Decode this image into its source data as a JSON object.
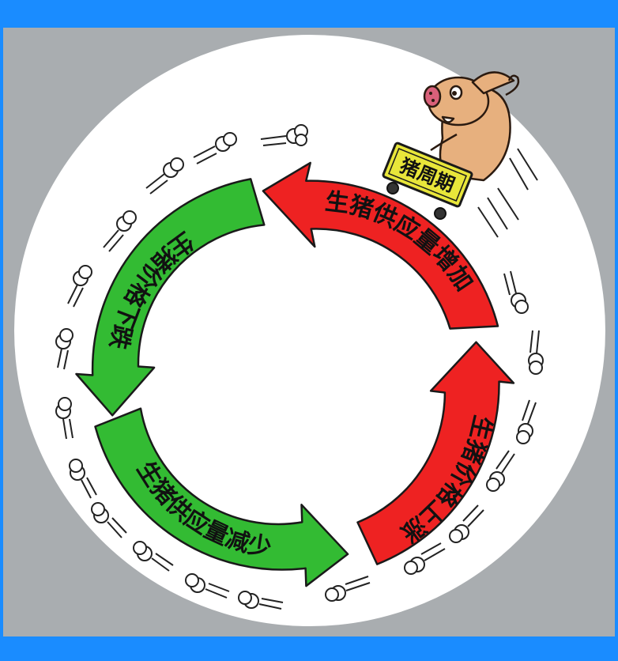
{
  "diagram": {
    "sign": "猪周期",
    "arrows": [
      {
        "id": "top",
        "text": "生猪供应量增加",
        "color": "#ee2222"
      },
      {
        "id": "right",
        "text": "生猪价格上涨",
        "color": "#ee2222"
      },
      {
        "id": "bottom",
        "text": "生猪供应量减少",
        "color": "#33bb33"
      },
      {
        "id": "left",
        "text": "生猪价格下跌",
        "color": "#33bb33"
      }
    ]
  },
  "colors": {
    "frame": "#1a8cff",
    "background": "#a9adb0",
    "circle": "#ffffff",
    "sign": "#e8e63a",
    "pig": "#e7b07e"
  }
}
